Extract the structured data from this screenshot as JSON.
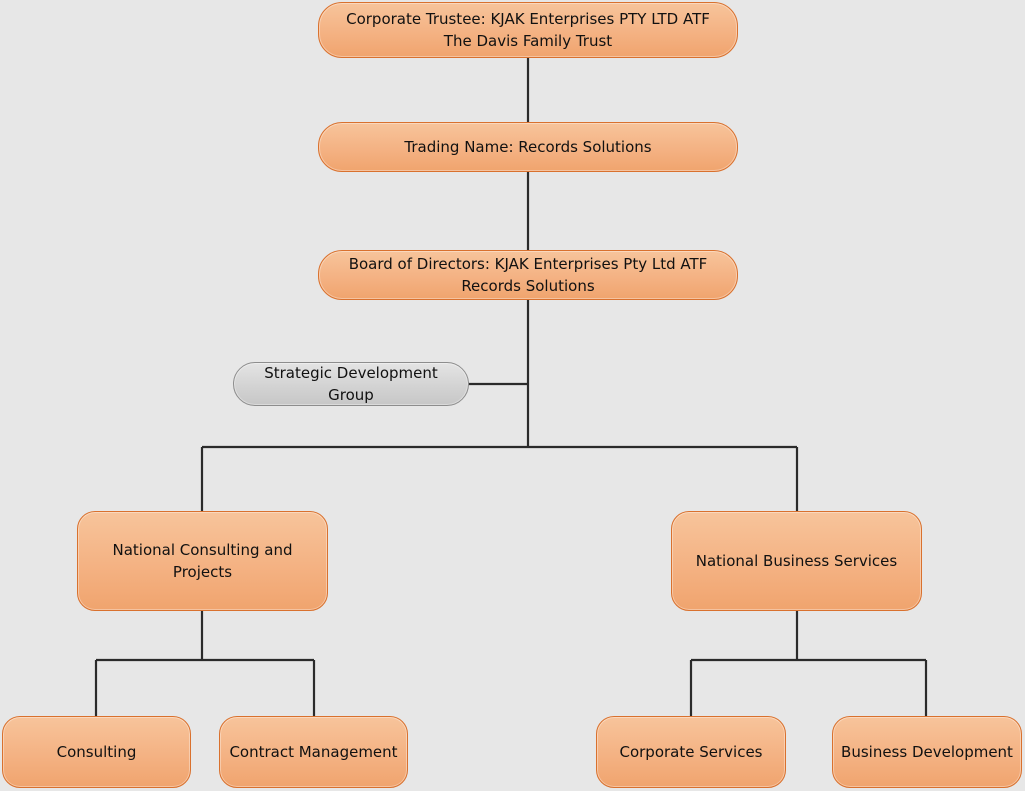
{
  "nodes": {
    "trustee": "Corporate Trustee: KJAK Enterprises PTY LTD ATF\nThe Davis Family Trust",
    "trading": "Trading Name: Records Solutions",
    "board": "Board of Directors: KJAK Enterprises Pty Ltd ATF\nRecords Solutions",
    "strategic": "Strategic Development Group",
    "consulting_projects": "National Consulting and\nProjects",
    "business_services": "National Business Services",
    "consulting": "Consulting",
    "contract_management": "Contract Management",
    "corporate_services": "Corporate Services",
    "business_development": "Business Development"
  },
  "colors": {
    "node_fill": "#f4b283",
    "node_border": "#d9712e",
    "gray_fill": "#d3d3d3",
    "connector": "#2b2b2b",
    "background": "#e7e7e7"
  }
}
